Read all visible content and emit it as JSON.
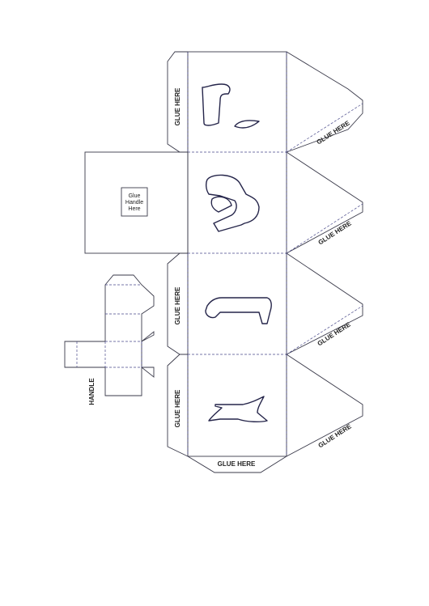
{
  "labels": {
    "glue_here": "GLUE HERE",
    "handle": "HANDLE",
    "glue_handle_line1": "Glue",
    "glue_handle_line2": "Handle",
    "glue_handle_line3": "Here"
  },
  "glyph_names": [
    "shin-letter",
    "gimel-letter",
    "hey-letter",
    "nun-letter"
  ]
}
